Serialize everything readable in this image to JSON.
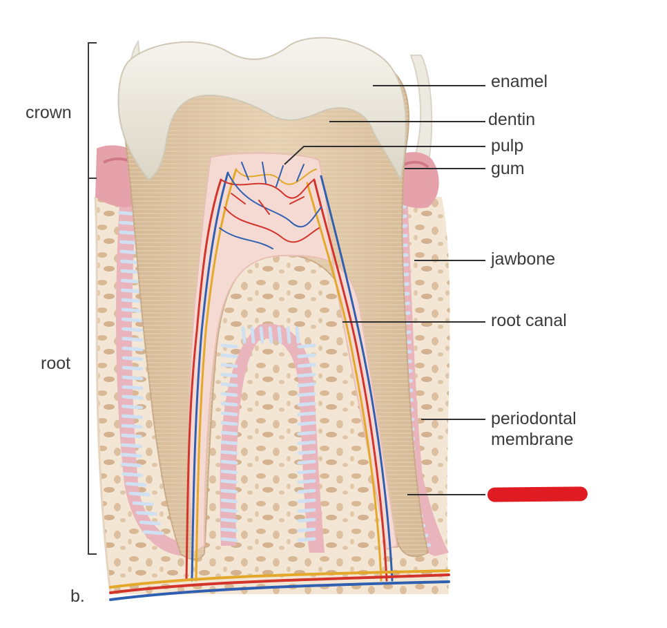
{
  "labels": {
    "enamel": "enamel",
    "dentin": "dentin",
    "pulp": "pulp",
    "gum": "gum",
    "jawbone": "jawbone",
    "root_canal": "root canal",
    "periodontal_line1": "periodontal",
    "periodontal_line2": "membrane",
    "crown": "crown",
    "root": "root",
    "panel": "b."
  },
  "colors": {
    "enamel": "#e9e6dc",
    "dentin": "#dcc3a2",
    "pulp": "#f2d3cb",
    "gum": "#e6a2aa",
    "bone": "#f1e4d2",
    "bone_spot": "#d8b898",
    "artery": "#d2342c",
    "vein": "#2f5fb0",
    "nerve": "#e3a82a",
    "ligament": "#c9d9ec",
    "redaction": "#e01b22"
  }
}
